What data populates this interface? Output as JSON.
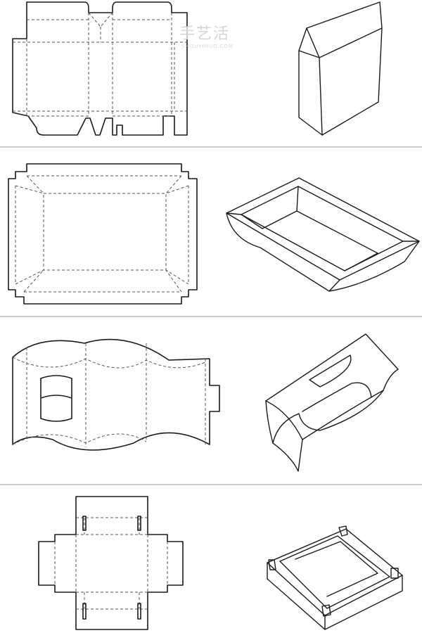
{
  "watermark": {
    "cn": "手艺活",
    "en": "SHOUYIHUO.COM"
  },
  "colors": {
    "background": "#ffffff",
    "line": "#1a1a1a",
    "fold": "#555555",
    "divider": "#9a9a9a",
    "watermark": "#d6d6d6"
  },
  "layout": {
    "rows": 4,
    "columns": [
      "flat-template",
      "assembled-box"
    ]
  }
}
